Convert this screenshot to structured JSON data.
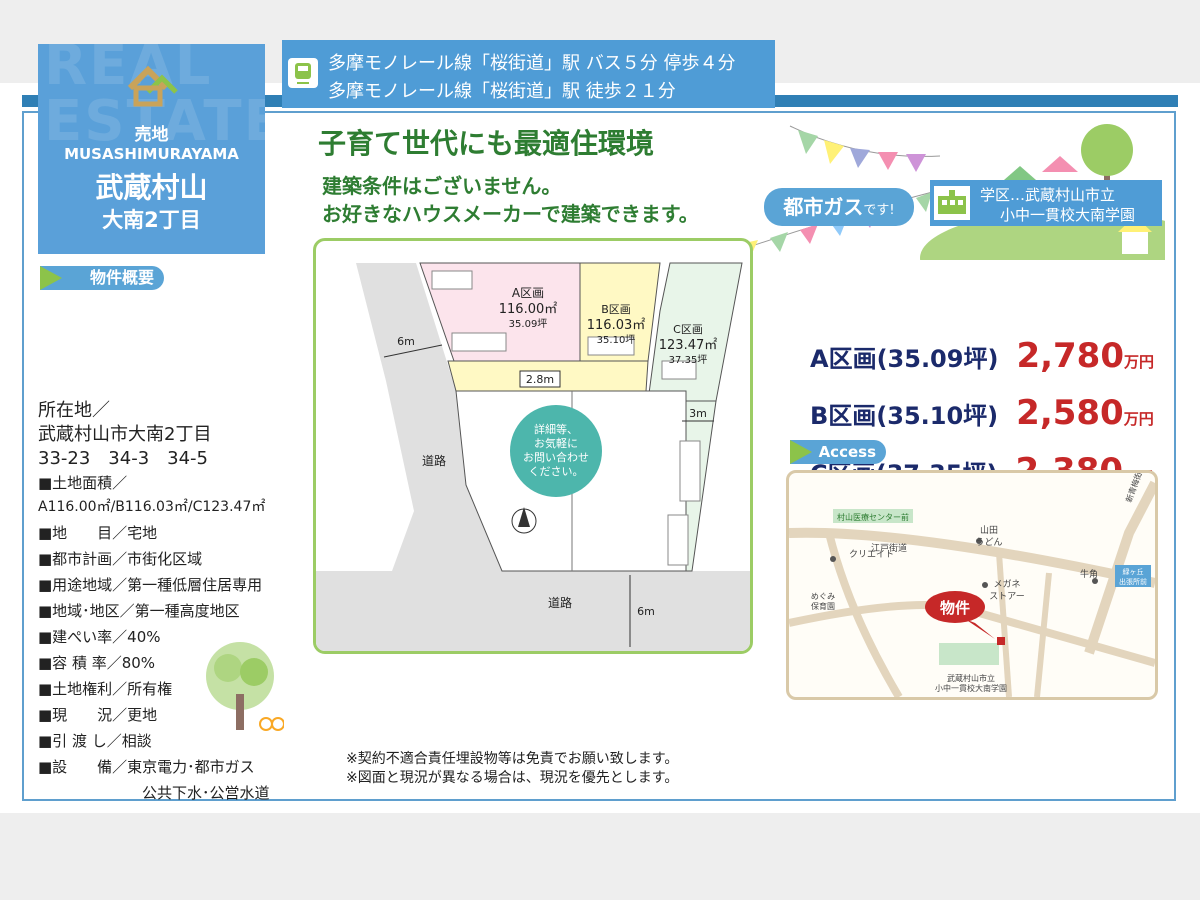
{
  "brand": {
    "watermark": "REAL ESTATE",
    "type": "売地",
    "city_roman": "MUSASHIMURAYAMA",
    "city": "武蔵村山",
    "district": "大南2丁目"
  },
  "overview": {
    "label": "物件概要",
    "location_label": "所在地／",
    "location": "武蔵村山市大南2丁目",
    "lot_numbers": "33-23　34-3　34-5",
    "area_label": "■土地面積／",
    "area": "A116.00㎡/B116.03㎡/C123.47㎡",
    "items": [
      "■地　　目／宅地",
      "■都市計画／市街化区域",
      "■用途地域／第一種低層住居専用",
      "■地域･地区／第一種高度地区",
      "■建ぺい率／40%",
      "■容 積 率／80%",
      "■土地権利／所有権",
      "■現　　況／更地",
      "■引 渡 し／相談",
      "■設　　備／東京電力･都市ガス"
    ],
    "utilities_cont": "公共下水･公営水道"
  },
  "transport": [
    "多摩モノレール線「桜街道」駅 バス５分 停歩４分",
    "多摩モノレール線「桜街道」駅 徒歩２１分"
  ],
  "headline": "子育て世代にも最適住環境",
  "subheadlines": [
    "建築条件はございません。",
    "お好きなハウスメーカーで建築できます。"
  ],
  "gas_badge": {
    "main": "都市ガス",
    "suffix": "です!"
  },
  "school": {
    "line1": "学区…武蔵村山市立",
    "line2": "小中一貫校大南学園"
  },
  "prices": [
    {
      "label": "A区画(35.09坪)",
      "amount": "2,780",
      "unit": "万円"
    },
    {
      "label": "B区画(35.10坪)",
      "amount": "2,580",
      "unit": "万円"
    },
    {
      "label": "C区画(37.35坪)",
      "amount": "2,380",
      "unit": "万円"
    }
  ],
  "plot": {
    "lot_a": {
      "name": "A区画",
      "sqm": "116.00㎡",
      "tsubo": "35.09坪"
    },
    "lot_b": {
      "name": "B区画",
      "sqm": "116.03㎡",
      "tsubo": "35.10坪"
    },
    "lot_c": {
      "name": "C区画",
      "sqm": "123.47㎡",
      "tsubo": "37.35坪"
    },
    "road_label": "道路",
    "dim_6m": "6m",
    "dim_28m": "2.8m",
    "dim_3m": "3m",
    "bubble": [
      "詳細等、",
      "お気軽に",
      "お問い合わせ",
      "ください。"
    ]
  },
  "notes": [
    "※契約不適合責任埋設物等は免責でお願い致します。",
    "※図面と現況が異なる場合は、現況を優先とします。"
  ],
  "access": {
    "label": "Access",
    "map_labels": {
      "center": "村山医療センター前",
      "edo": "江戸街道",
      "yamada1": "山田",
      "yamada2": "うどん",
      "cleight": "クリエイト",
      "megane1": "メガネ",
      "megane2": "ストアー",
      "gyukaku": "牛角",
      "hoikuen1": "めぐみ",
      "hoikuen2": "保育園",
      "bukken": "物件",
      "school1": "武蔵村山市立",
      "school2": "小中一貫校大南学園",
      "koban1": "緑ヶ丘",
      "koban2": "出張所前",
      "right_road": "新青梅街道"
    }
  },
  "colors": {
    "accent": "#2f7fb5",
    "green": "#2e7d32",
    "price_red": "#c62828",
    "navy": "#1b2a6b"
  }
}
